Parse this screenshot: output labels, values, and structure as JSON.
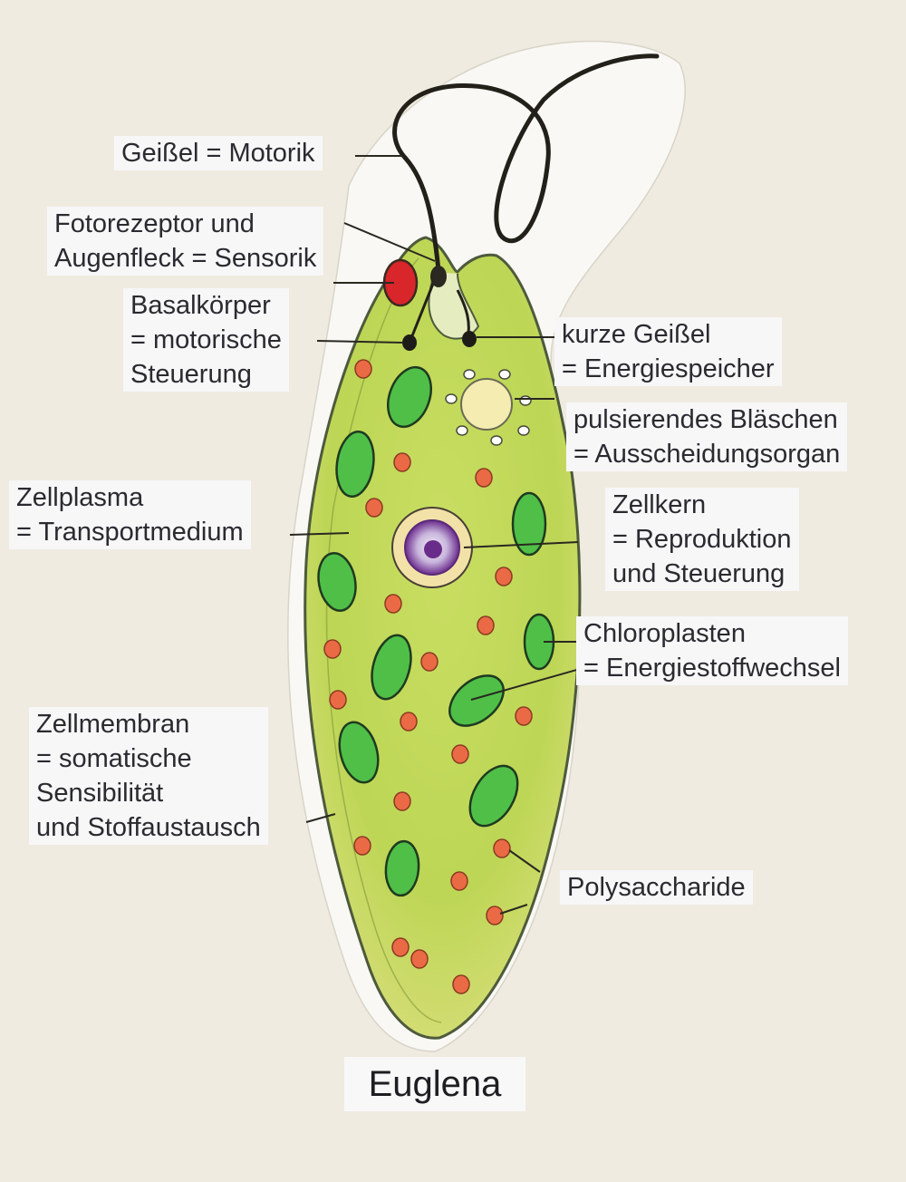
{
  "title": "Euglena",
  "labels": {
    "geissel": [
      "Geißel = Motorik"
    ],
    "fotorezeptor": [
      "Fotorezeptor und",
      "Augenfleck = Sensorik"
    ],
    "basalkoerper": [
      "Basalkörper",
      "= motorische",
      "Steuerung"
    ],
    "kurze_geissel": [
      "kurze Geißel",
      "= Energiespeicher"
    ],
    "blaeschen": [
      "pulsierendes Bläschen",
      "= Ausscheidungsorgan"
    ],
    "zellplasma": [
      "Zellplasma",
      "= Transportmedium"
    ],
    "zellkern": [
      "Zellkern",
      "= Reproduktion",
      "und Steuerung"
    ],
    "chloroplasten": [
      "Chloroplasten",
      "= Energiestoffwechsel"
    ],
    "zellmembran": [
      "Zellmembran",
      "= somatische",
      "Sensibilität",
      "und Stoffaustausch"
    ],
    "polysaccharide": [
      "Polysaccharide"
    ]
  },
  "colors": {
    "background": "#efebe0",
    "cell_fill": "#c2d95a",
    "cell_outline": "#4d5a3c",
    "chloroplast": "#4fbf48",
    "polysaccharide": "#ea6a45",
    "eyespot": "#d8262a",
    "vacuole": "#f4ecb0",
    "nucleus_core": "#6a2c8a"
  }
}
